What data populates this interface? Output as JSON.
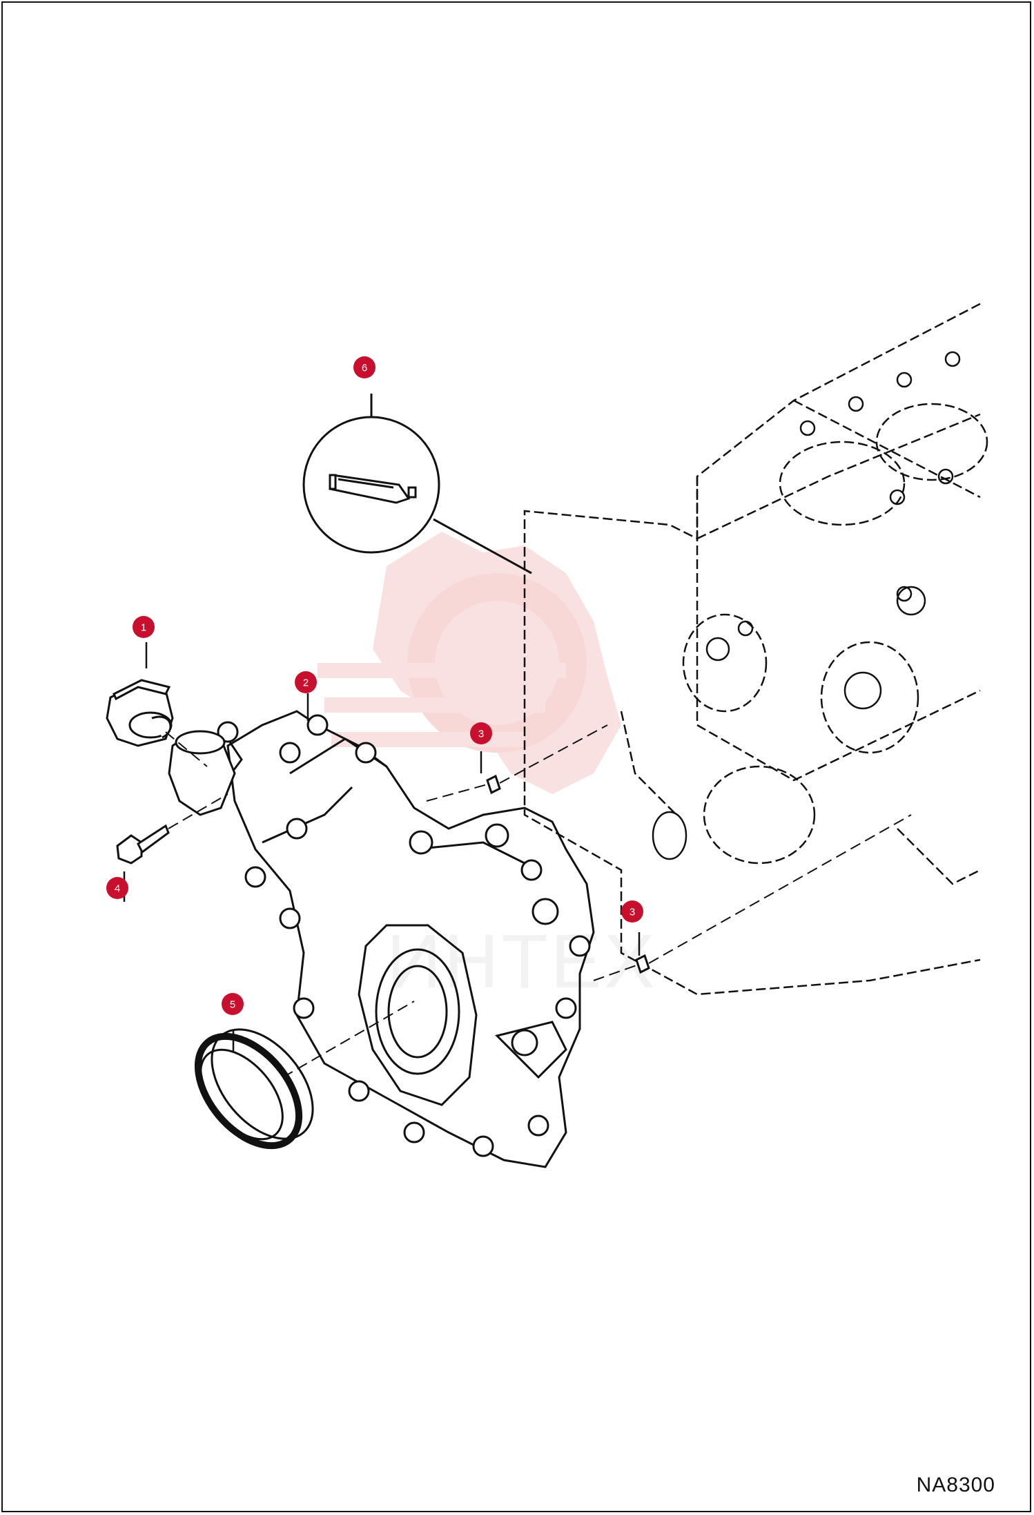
{
  "diagram": {
    "reference_code": "NA8300",
    "accent_color": "#c8102e",
    "callouts": [
      {
        "id": "callout-1",
        "label": "1",
        "part": "oil-filler-cap"
      },
      {
        "id": "callout-2",
        "label": "2",
        "part": "front-cover"
      },
      {
        "id": "callout-3a",
        "label": "3",
        "part": "dowel-pin-upper"
      },
      {
        "id": "callout-3b",
        "label": "3",
        "part": "dowel-pin-lower"
      },
      {
        "id": "callout-4",
        "label": "4",
        "part": "flange-bolt"
      },
      {
        "id": "callout-5",
        "label": "5",
        "part": "crankshaft-seal"
      },
      {
        "id": "callout-6",
        "label": "6",
        "part": "sealant-tube"
      }
    ],
    "watermark_text": "ИНТЕХ"
  }
}
